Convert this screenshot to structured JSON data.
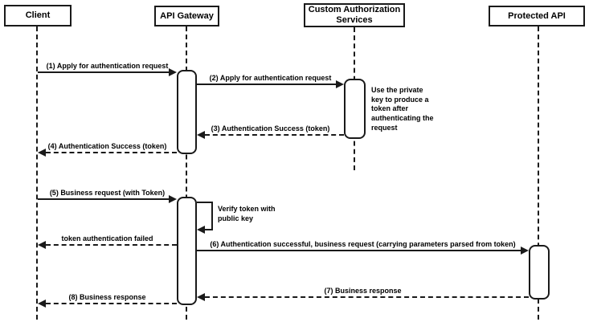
{
  "diagram": {
    "type": "sequence-diagram",
    "colors": {
      "stroke": "#1a1a1a",
      "fill": "#ffffff",
      "background": "#ffffff",
      "text": "#000000"
    },
    "participants": [
      {
        "id": "client",
        "label": "Client"
      },
      {
        "id": "api-gateway",
        "label": "API Gateway"
      },
      {
        "id": "custom-auth-services",
        "label": "Custom Authorization Services"
      },
      {
        "id": "protected-api",
        "label": "Protected API"
      }
    ],
    "messages": [
      {
        "seq": "1",
        "label": "(1) Apply for authentication request",
        "from": "client",
        "to": "api-gateway",
        "style": "solid"
      },
      {
        "seq": "2",
        "label": "(2) Apply for authentication request",
        "from": "api-gateway",
        "to": "custom-auth-services",
        "style": "solid"
      },
      {
        "seq": "3",
        "label": "(3) Authentication Success (token)",
        "from": "custom-auth-services",
        "to": "api-gateway",
        "style": "dashed"
      },
      {
        "seq": "4",
        "label": "(4) Authentication Success (token)",
        "from": "api-gateway",
        "to": "client",
        "style": "dashed"
      },
      {
        "seq": "5",
        "label": "(5) Business request (with Token)",
        "from": "client",
        "to": "api-gateway",
        "style": "solid"
      },
      {
        "seq": "",
        "label": "Verify token with public key",
        "from": "api-gateway",
        "to": "api-gateway",
        "style": "self"
      },
      {
        "seq": "",
        "label": "token authentication failed",
        "from": "api-gateway",
        "to": "client",
        "style": "dashed"
      },
      {
        "seq": "6",
        "label": "(6) Authentication successful, business request (carrying parameters parsed from token)",
        "from": "api-gateway",
        "to": "protected-api",
        "style": "solid"
      },
      {
        "seq": "7",
        "label": "(7) Business response",
        "from": "protected-api",
        "to": "api-gateway",
        "style": "dashed"
      },
      {
        "seq": "8",
        "label": "(8) Business response",
        "from": "api-gateway",
        "to": "client",
        "style": "dashed"
      }
    ],
    "note": "Use the private key to produce a token after authenticating the request"
  }
}
